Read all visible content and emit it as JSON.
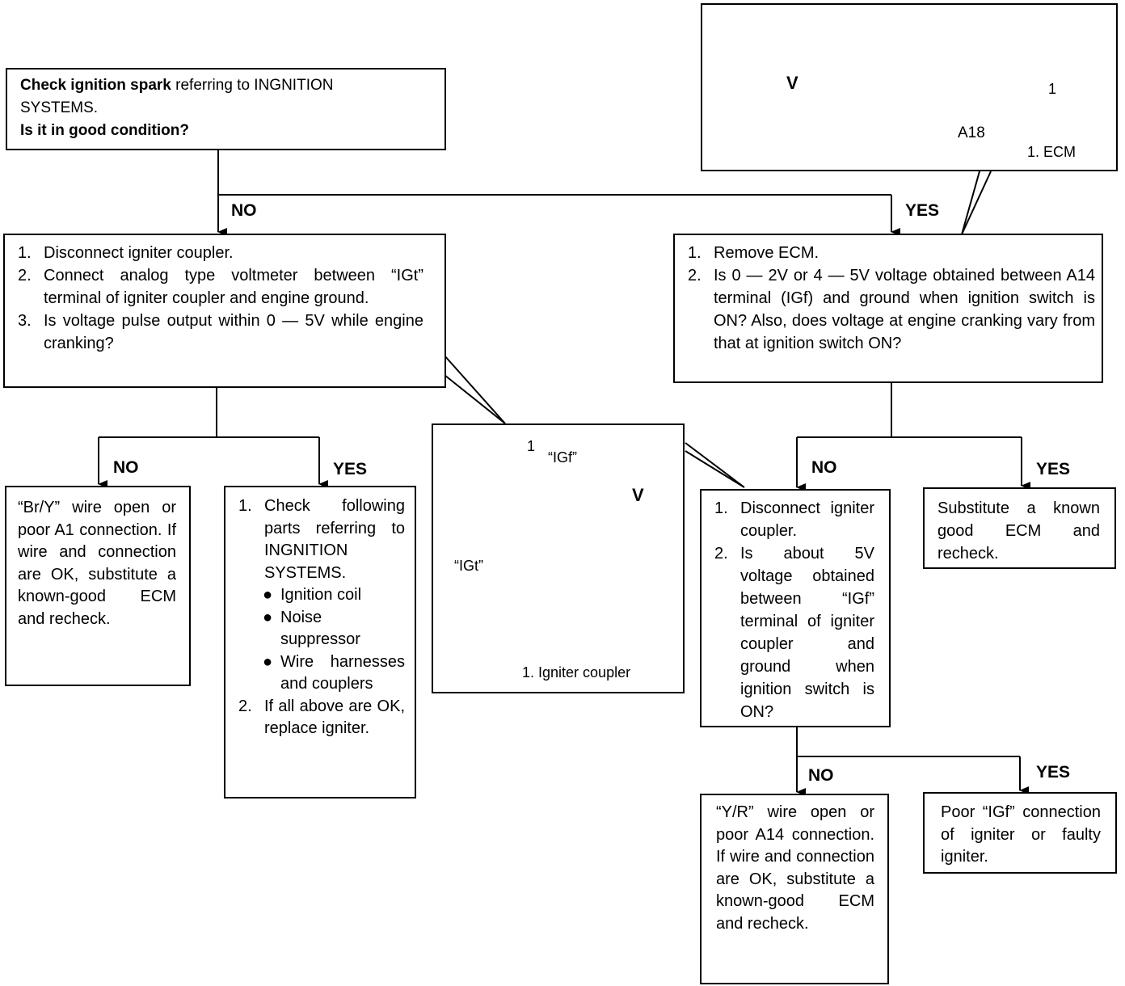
{
  "start": {
    "bold1": "Check ignition spark",
    "rest1": " referring to INGNITION",
    "line2": "SYSTEMS.",
    "question": "Is it in good condition?"
  },
  "branch_labels": {
    "no": "NO",
    "yes": "YES"
  },
  "igt_check": {
    "items": [
      {
        "num": "1.",
        "text": "Disconnect igniter coupler."
      },
      {
        "num": "2.",
        "text": "Connect analog type voltmeter between “IGt” terminal of igniter coupler and engine ground."
      },
      {
        "num": "3.",
        "text": "Is voltage pulse output within 0 — 5V while engine cranking?"
      }
    ]
  },
  "ecm_check": {
    "items": [
      {
        "num": "1.",
        "text": "Remove ECM."
      },
      {
        "num": "2.",
        "text": "Is 0 — 2V or 4 — 5V voltage obtained between A14 terminal (IGf) and ground when ignition switch is ON? Also, does voltage at engine cranking vary from that at ignition switch ON?"
      }
    ]
  },
  "br_y_result": {
    "text": "“Br/Y” wire open or poor A1 connection. If wire and connection are OK, substitute a known-good ECM and recheck."
  },
  "check_parts": {
    "item1_num": "1.",
    "item1_text": "Check following parts referring to INGNITION SYSTEMS.",
    "bullets": [
      "Ignition coil",
      "Noise suppressor",
      "Wire harnesses and couplers"
    ],
    "item2_num": "2.",
    "item2_text": "If all above are OK, replace igniter."
  },
  "igf_check": {
    "items": [
      {
        "num": "1.",
        "text": "Disconnect igniter coupler."
      },
      {
        "num": "2.",
        "text": "Is about 5V voltage obtained between “IGf” terminal of igniter coupler and ground when ignition switch is ON?"
      }
    ]
  },
  "substitute_ecm": {
    "text": "Substitute a known good ECM and recheck."
  },
  "y_r_result": {
    "text": "“Y/R” wire open or poor A14 connection. If wire and connection are OK, substitute a known-good ECM and recheck."
  },
  "poor_igf": {
    "text": "Poor “IGf” connection of igniter or faulty igniter."
  },
  "ecm_figure": {
    "meter_symbol": "V",
    "callout_number": "1",
    "terminal_label": "A18",
    "caption": "1.  ECM"
  },
  "coupler_figure": {
    "meter_symbol": "V",
    "callout_number": "1",
    "igf_label": "“IGf”",
    "igt_label": "“IGt”",
    "caption": "1.  Igniter coupler"
  }
}
